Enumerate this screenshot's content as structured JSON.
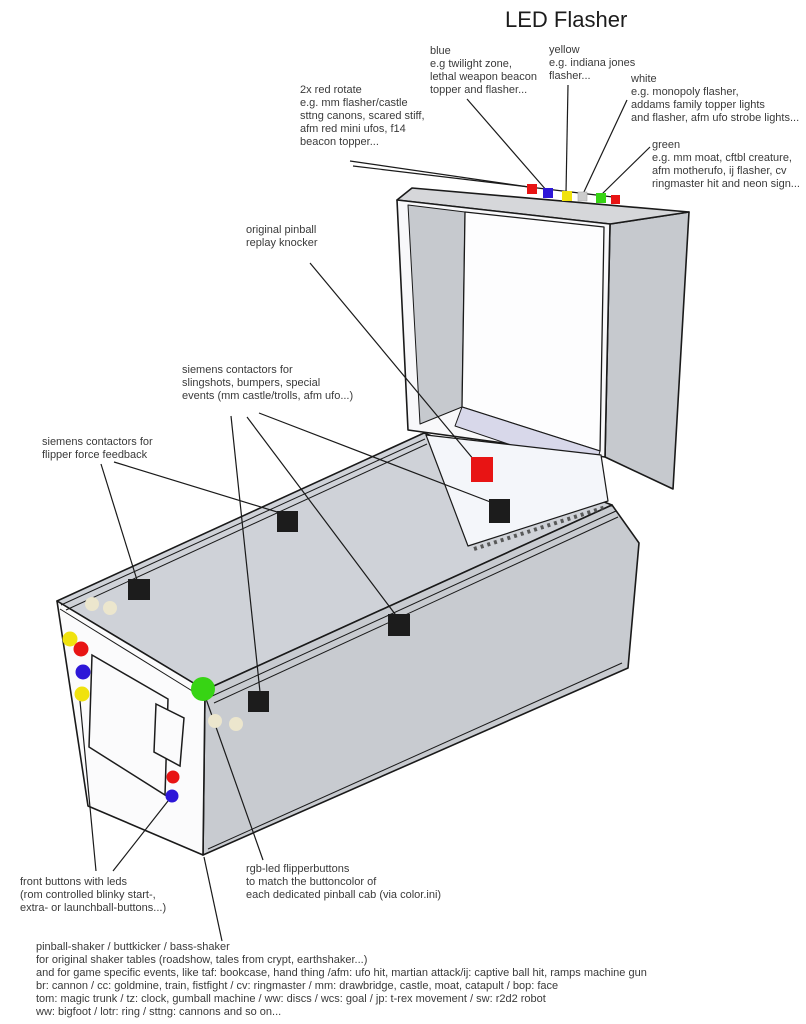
{
  "title": "LED Flasher",
  "colors": {
    "red": "#e81414",
    "blue": "#2d17d8",
    "yellow": "#f0e20e",
    "white_led": "#cccccc",
    "green": "#37d414",
    "black": "#1c1c1c",
    "beige": "#ece6cd",
    "line": "#1a1a1a"
  },
  "annotations": {
    "red_rotate": {
      "lines": [
        "2x red rotate",
        "e.g. mm flasher/castle",
        "sttng canons, scared stiff,",
        "afm red mini ufos, f14",
        "beacon topper..."
      ]
    },
    "blue": {
      "lines": [
        "blue",
        "e.g twilight zone,",
        "lethal weapon beacon",
        "topper and flasher..."
      ]
    },
    "yellow": {
      "lines": [
        "yellow",
        "e.g. indiana jones",
        "flasher..."
      ]
    },
    "white": {
      "lines": [
        "white",
        "e.g. monopoly flasher,",
        "addams family topper lights",
        "and flasher, afm ufo strobe lights..."
      ]
    },
    "green": {
      "lines": [
        "green",
        "e.g. mm moat, cftbl creature,",
        "afm motherufo, ij flasher, cv",
        "ringmaster hit and neon sign..."
      ]
    },
    "knocker": {
      "lines": [
        "original pinball",
        "replay knocker"
      ]
    },
    "contactors_slingshots": {
      "lines": [
        "siemens contactors for",
        "slingshots, bumpers, special",
        "events (mm castle/trolls, afm ufo...)"
      ]
    },
    "contactors_flipper": {
      "lines": [
        "siemens contactors for",
        "flipper force feedback"
      ]
    },
    "front_buttons": {
      "lines": [
        "front buttons with leds",
        "(rom controlled blinky start-,",
        "extra- or launchball-buttons...)"
      ]
    },
    "rgb_flipperbuttons": {
      "lines": [
        "rgb-led flipperbuttons",
        "to match the buttoncolor of",
        "each dedicated pinball cab (via color.ini)"
      ]
    },
    "shaker": {
      "lines": [
        "pinball-shaker / buttkicker / bass-shaker",
        "for original shaker tables (roadshow, tales from crypt, earthshaker...)",
        "and for game specific events, like taf: bookcase, hand thing /afm: ufo hit, martian attack/ij: captive ball hit, ramps machine gun",
        "br: cannon / cc: goldmine, train, fistfight / cv: ringmaster / mm: drawbridge, castle, moat, catapult / bop: face",
        "tom: magic trunk / tz: clock, gumball machine / ww: discs / wcs: goal / jp: t-rex movement / sw: r2d2 robot",
        "ww: bigfoot / lotr: ring / sttng: cannons and so on..."
      ]
    }
  }
}
